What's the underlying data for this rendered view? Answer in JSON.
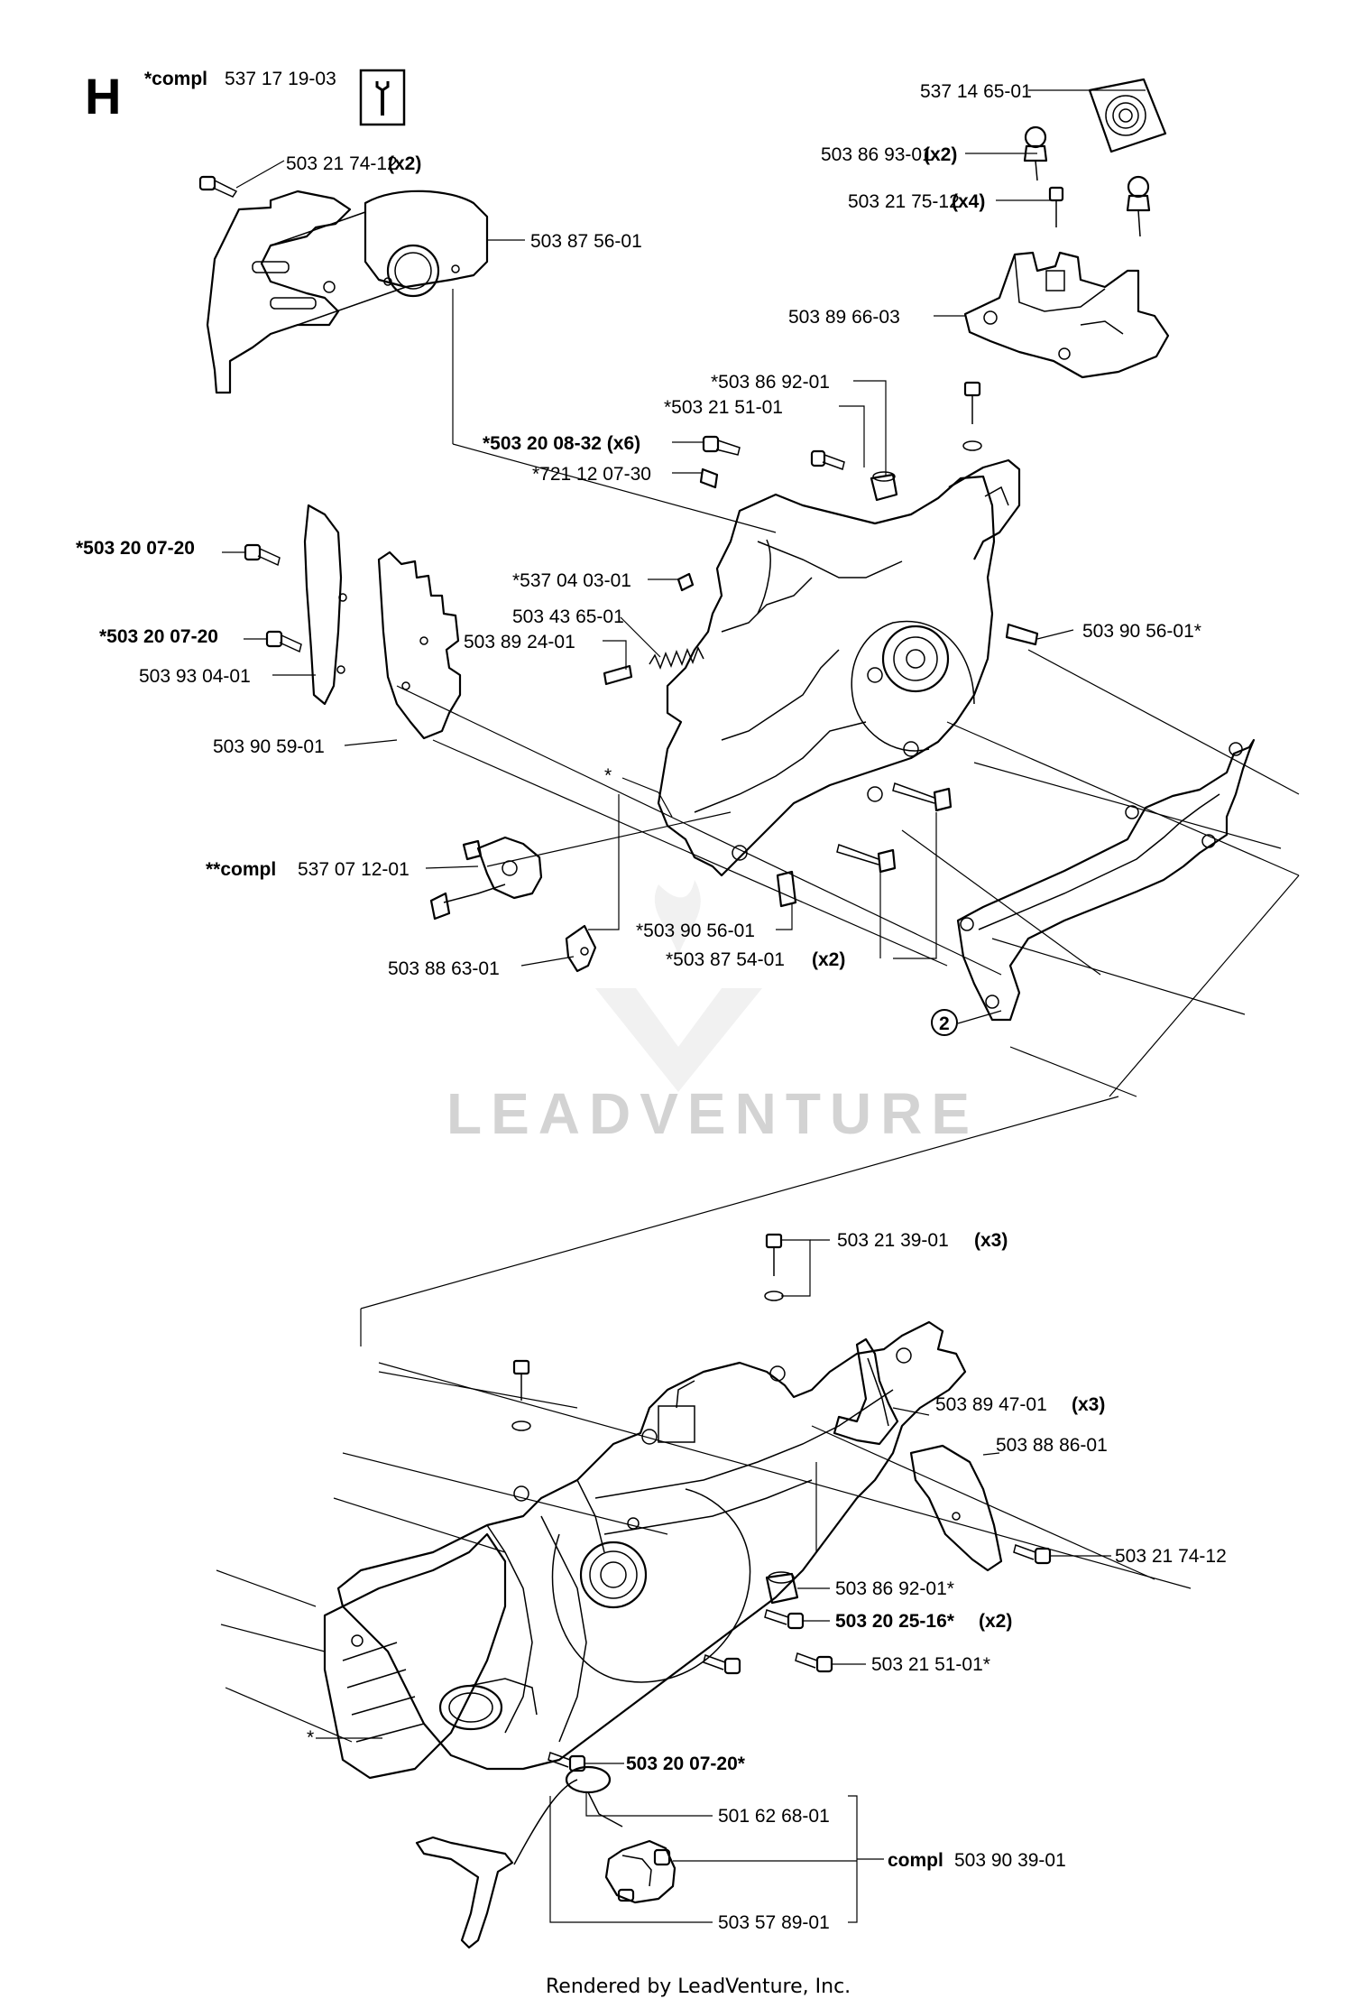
{
  "header": {
    "section_letter": "H",
    "compl_prefix": "*compl",
    "compl_number": "537 17 19-03"
  },
  "labels_top": {
    "l01_num": "503 21 74-12",
    "l01_qty": "(x2)",
    "l02": "503 87 56-01",
    "l03": "537 14 65-01",
    "l04_num": "503 86 93-01",
    "l04_qty": "(x2)",
    "l05_num": "503 21 75-12",
    "l05_qty": "(x4)",
    "l06": "503 89 66-03",
    "l07": "*503 86 92-01",
    "l08": "*503 21 51-01",
    "l09": "*503 20 08-32 (x6)",
    "l10": "*721 12 07-30",
    "l11": "*503 20 07-20",
    "l12": "*537 04 03-01",
    "l13": "503 43 65-01",
    "l14": "*503 20 07-20",
    "l15": "503 89 24-01",
    "l16": "503 93 04-01",
    "l17": "503 90 56-01*",
    "l18": "503 90 59-01",
    "l19": "*",
    "l20_prefix": "**compl",
    "l20_num": "537 07 12-01",
    "l21": "*503 90 56-01",
    "l22_num": "*503 87 54-01",
    "l22_qty": "(x2)",
    "l23": "503 88 63-01",
    "l24": "2"
  },
  "labels_bottom": {
    "b01_num": "503 21 39-01",
    "b01_qty": "(x3)",
    "b02_num": "503 89 47-01",
    "b02_qty": "(x3)",
    "b03": "503 88 86-01",
    "b04": "503 21 74-12",
    "b05": "503 86 92-01*",
    "b06_num": "503 20 25-16*",
    "b06_qty": "(x2)",
    "b07": "503 21 51-01*",
    "b08": "503 20 07-20*",
    "b09": "501 62 68-01",
    "b10_prefix": "compl",
    "b10_num": "503 90 39-01",
    "b11": "503 57 89-01",
    "b12": "*"
  },
  "watermark": {
    "text": "LEADVENTURE"
  },
  "footer": {
    "text": "Rendered by LeadVenture, Inc."
  },
  "icons": [
    "wrench-icon",
    "leadventure-logo"
  ]
}
